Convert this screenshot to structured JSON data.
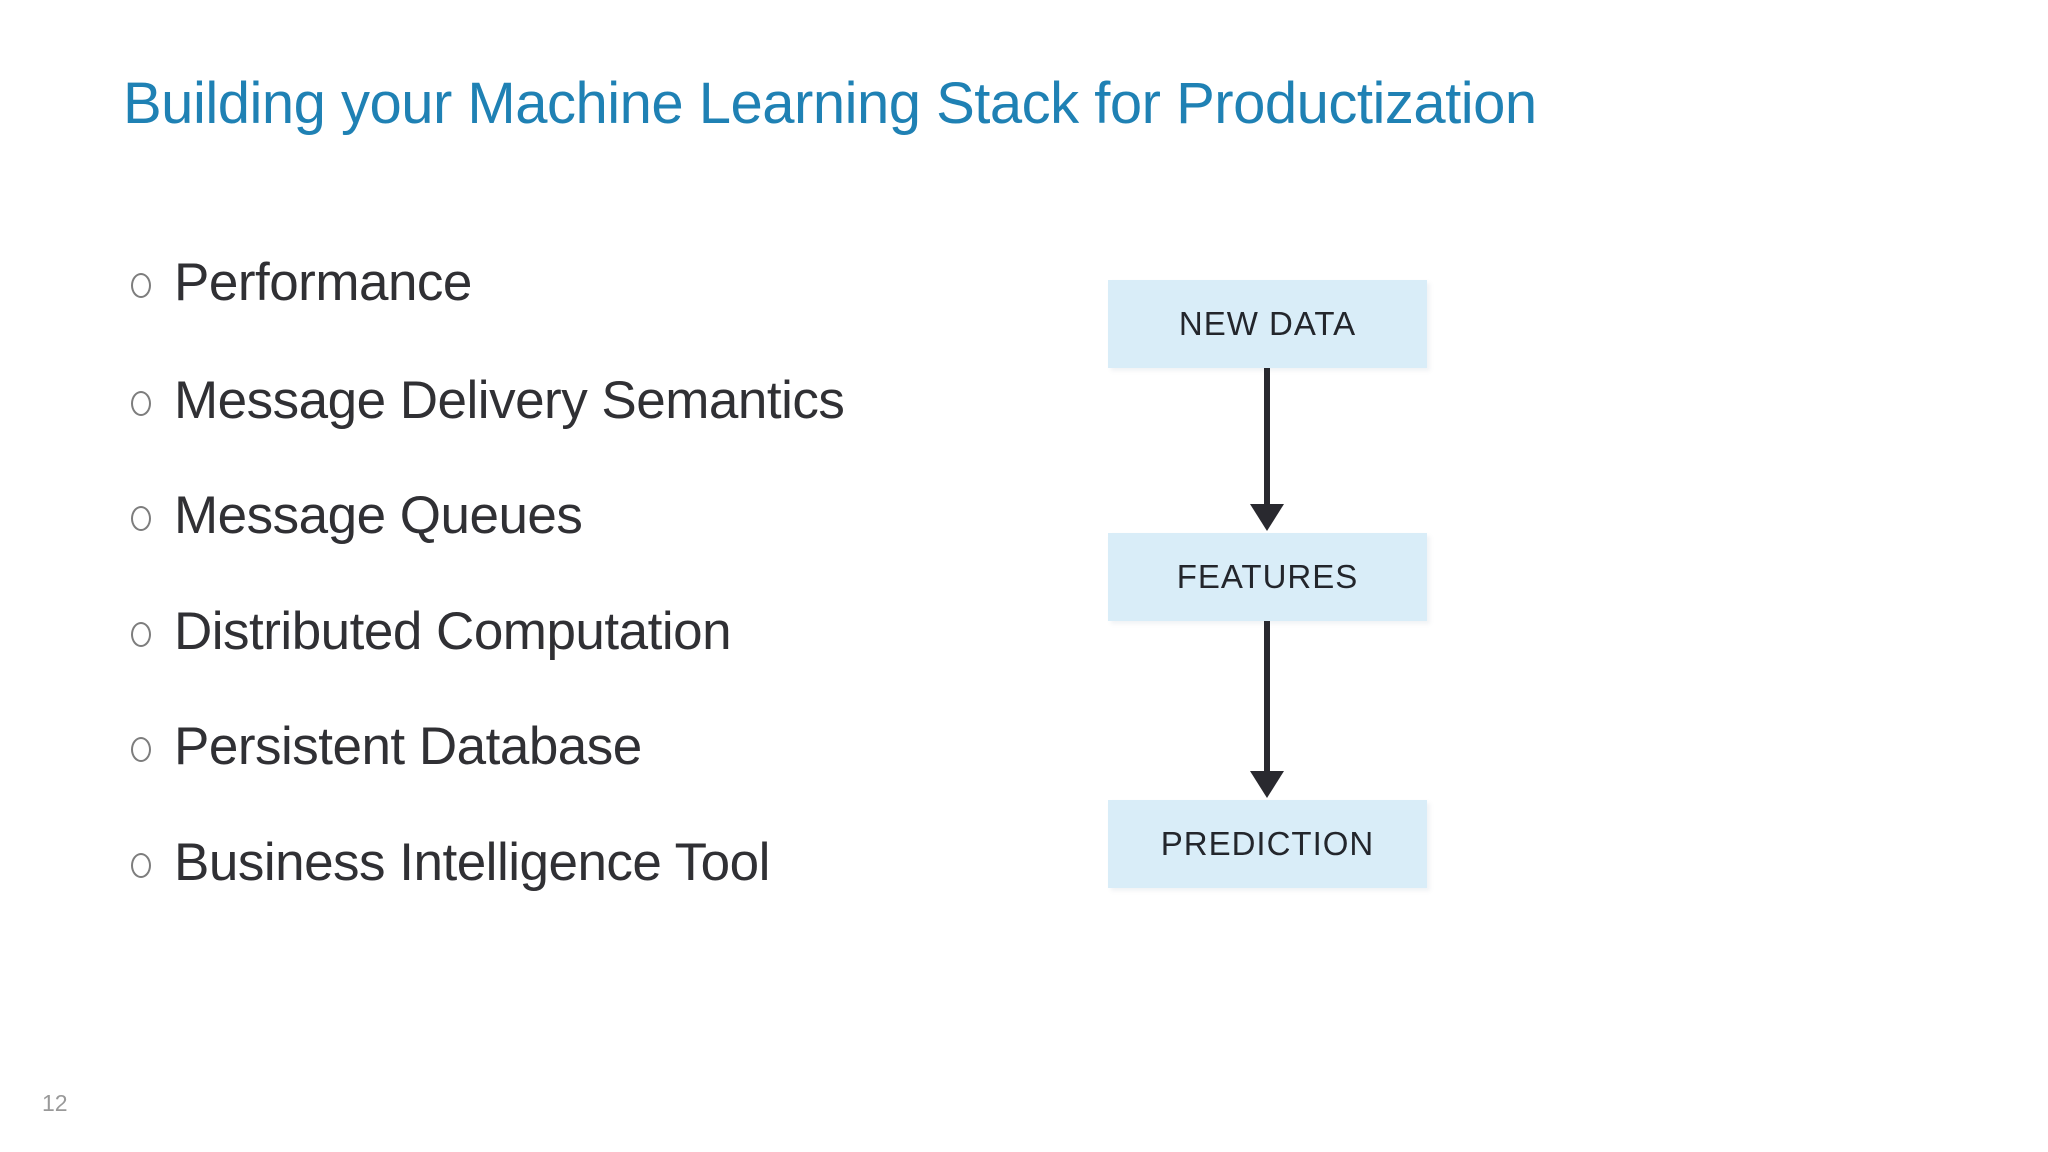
{
  "slide": {
    "title": "Building your Machine Learning Stack for Productization",
    "page_number": "12"
  },
  "bullets": [
    {
      "label": "Performance"
    },
    {
      "label": "Message Delivery Semantics"
    },
    {
      "label": "Message Queues"
    },
    {
      "label": "Distributed Computation"
    },
    {
      "label": "Persistent Database"
    },
    {
      "label": "Business Intelligence Tool"
    }
  ],
  "diagram": {
    "boxes": [
      {
        "label": "NEW DATA"
      },
      {
        "label": "FEATURES"
      },
      {
        "label": "PREDICTION"
      }
    ],
    "flow": "NEW DATA -> FEATURES -> PREDICTION"
  },
  "colors": {
    "title": "#1f81b4",
    "list_text": "#303034",
    "bullet": "#7d7d7d",
    "box_fill": "#d9edf8",
    "box_text": "#23262c",
    "arrow": "#29292f",
    "page_number": "#999999",
    "bg": "#ffffff"
  }
}
